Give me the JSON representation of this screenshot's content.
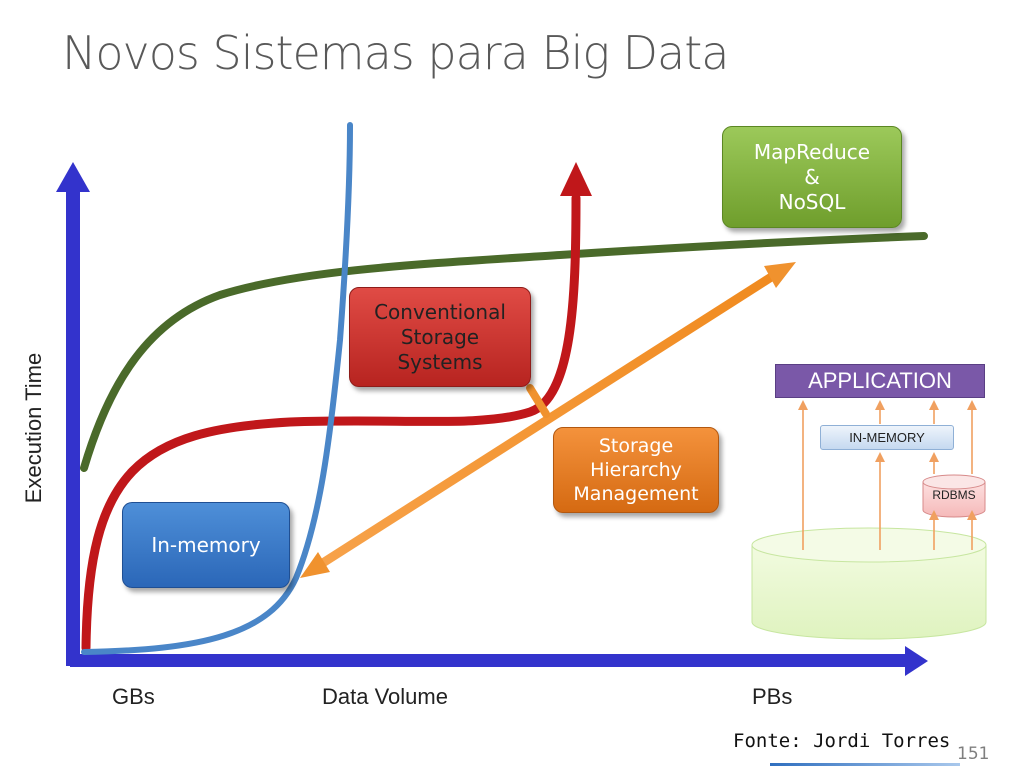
{
  "title": "Novos Sistemas para Big Data",
  "axes": {
    "y_label": "Execution Time",
    "x_left": "GBs",
    "x_mid": "Data Volume",
    "x_right": "PBs"
  },
  "boxes": {
    "mapreduce": "MapReduce\n&\nNoSQL",
    "conventional": "Conventional\nStorage\nSystems",
    "hierarchy": "Storage\nHierarchy\nManagement",
    "inmemory": "In-memory"
  },
  "stack": {
    "application": "APPLICATION",
    "in_memory": "IN-MEMORY",
    "rdbms": "RDBMS"
  },
  "source": "Fonte: Jordi Torres",
  "page_number": "151",
  "colors": {
    "axis": "#3333cc",
    "blue_curve": "#4a86c8",
    "red_curve": "#c0171a",
    "green_curve": "#4a6a2a",
    "orange_arrow": "#f0922e"
  }
}
